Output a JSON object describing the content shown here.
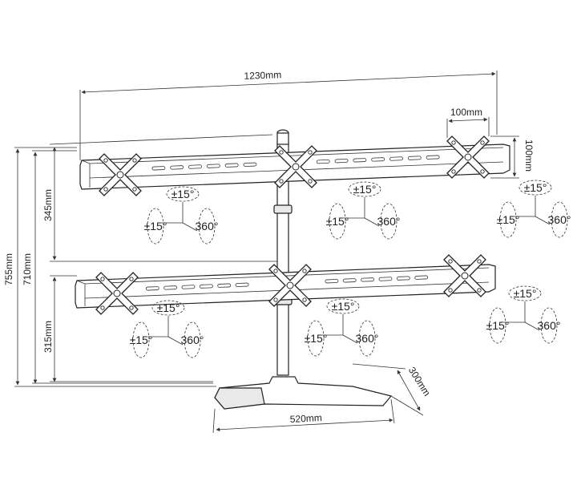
{
  "dimensions": {
    "total_width": "1230mm",
    "plate_width": "100mm",
    "plate_height": "100mm",
    "upper_height": "345mm",
    "total_height": "755mm",
    "mid_height": "710mm",
    "lower_height": "315mm",
    "base_depth": "300mm",
    "base_width": "520mm"
  },
  "adjustments": {
    "tilt_top": "±15°",
    "tilt_side": "±15°",
    "rotation": "360°"
  }
}
